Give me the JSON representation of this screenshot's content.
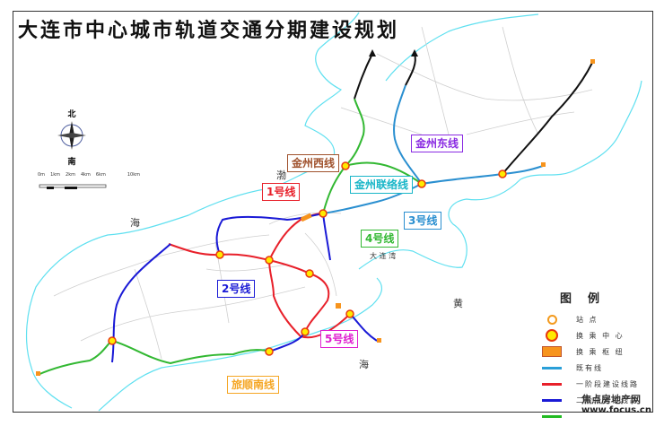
{
  "title": "大连市中心城市轨道交通分期建设规划",
  "compass": {
    "north": "北",
    "south": "南"
  },
  "scale": {
    "ticks": [
      "0m",
      "1km",
      "2km",
      "4km",
      "6km",
      "10km"
    ]
  },
  "sea_labels": {
    "bohai_1": "渤",
    "bohai_2": "海",
    "yellow_1": "黄",
    "yellow_2": "海",
    "dalian_bay": "大 连 湾"
  },
  "lines": [
    {
      "id": "line1",
      "label": "1号线",
      "color": "#e8202a"
    },
    {
      "id": "line2",
      "label": "2号线",
      "color": "#1a1ad6"
    },
    {
      "id": "line3",
      "label": "3号线",
      "color": "#2a8fd0"
    },
    {
      "id": "line4",
      "label": "4号线",
      "color": "#32b832"
    },
    {
      "id": "line5",
      "label": "5号线",
      "color": "#e020d0"
    },
    {
      "id": "jinzhou_west",
      "label": "金州西线",
      "color": "#a0522d"
    },
    {
      "id": "jinzhou_liaison",
      "label": "金州联络线",
      "color": "#19b6c8"
    },
    {
      "id": "jinzhou_east",
      "label": "金州东线",
      "color": "#8a2be2"
    },
    {
      "id": "lvshun_south",
      "label": "旅顺南线",
      "color": "#f5a623"
    }
  ],
  "legend": {
    "title": "图例",
    "items": [
      {
        "symbol": "station",
        "label": "站 点"
      },
      {
        "symbol": "transfer",
        "label": "换 乘 中 心"
      },
      {
        "symbol": "hub",
        "label": "换 乘 枢 纽"
      },
      {
        "symbol": "existing",
        "label": "既有线",
        "color": "#2a9fd8"
      },
      {
        "symbol": "phase1",
        "label": "一阶段建设线路",
        "color": "#e8202a"
      },
      {
        "symbol": "phase2",
        "label": "二阶段建设线路",
        "color": "#1a1ad6"
      },
      {
        "symbol": "phase3",
        "label": "",
        "color": "#22bb22"
      }
    ]
  },
  "watermark": {
    "name": "焦点房地产网",
    "site": "www.focus.cn"
  }
}
